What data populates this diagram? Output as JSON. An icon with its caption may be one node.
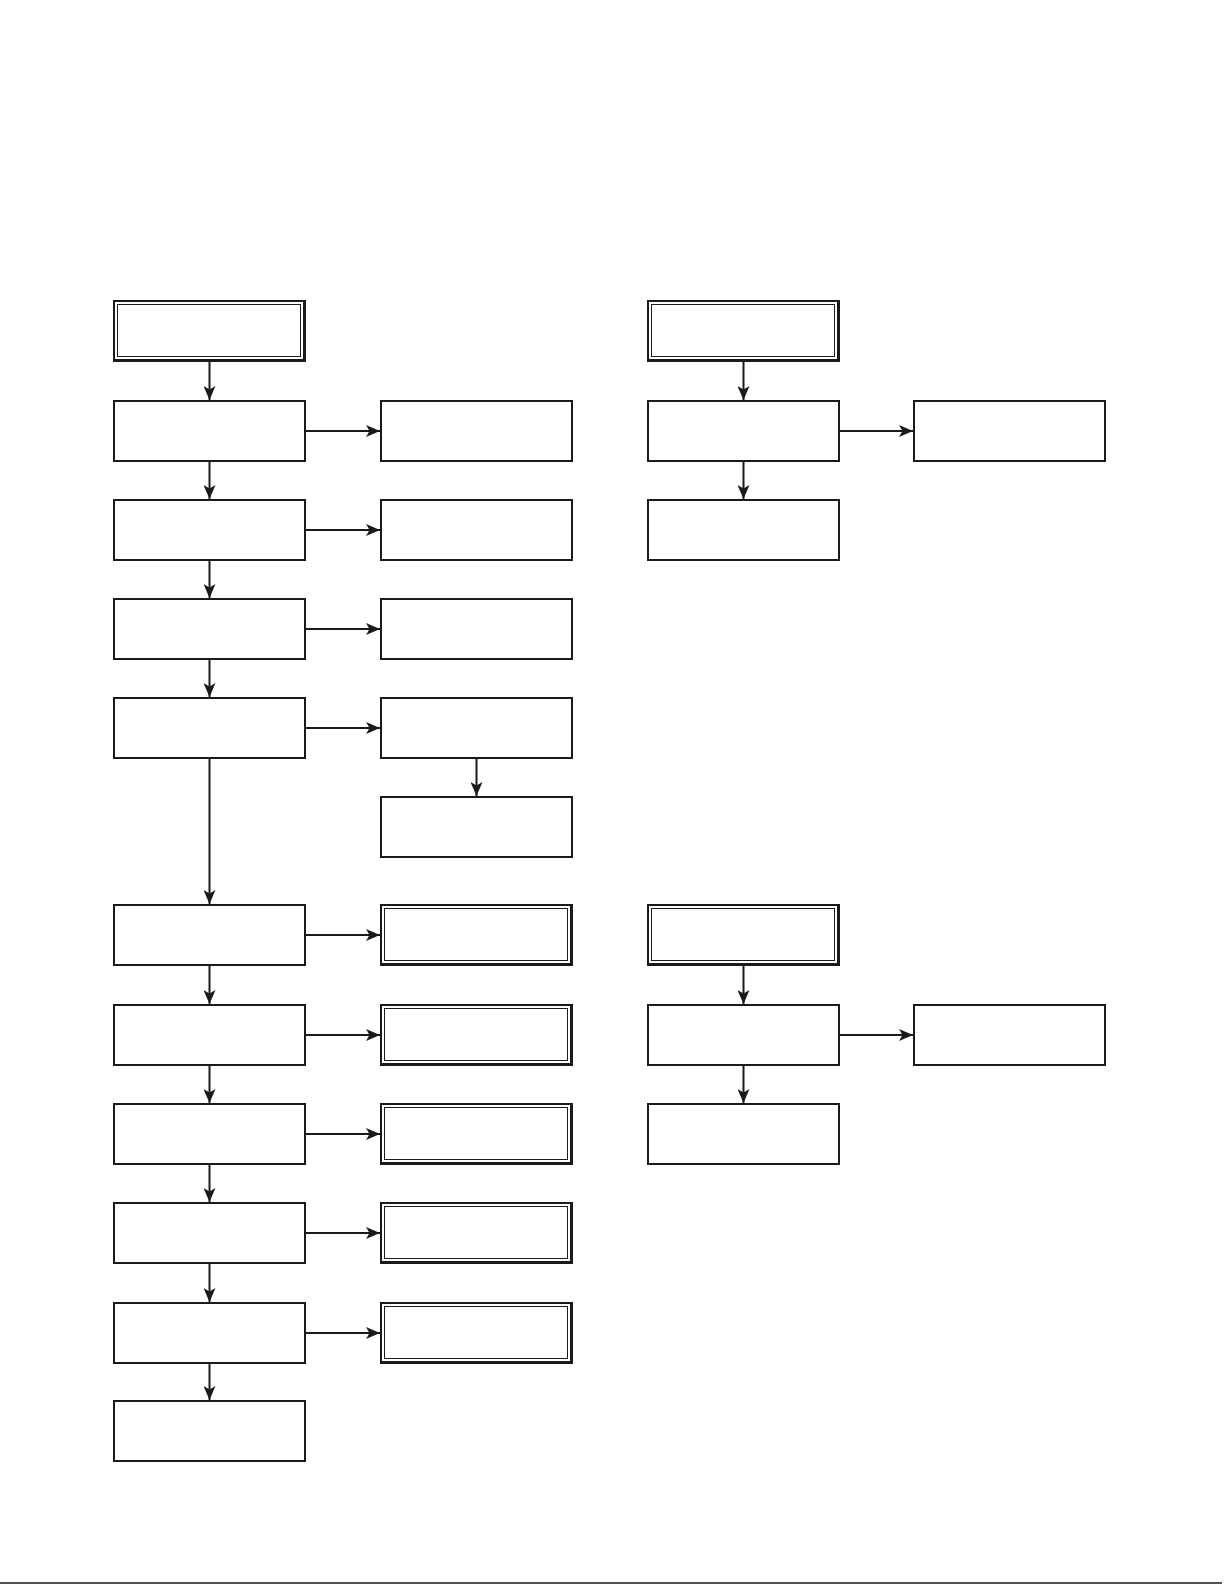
{
  "diagram": {
    "nodes": [
      {
        "text": [],
        "shape": "box"
      },
      {
        "text": [],
        "shape": "box"
      },
      {
        "text": [],
        "shape": "box"
      },
      {
        "text": [],
        "shape": "box"
      },
      {
        "text": [],
        "shape": "box"
      },
      {
        "text": [],
        "shape": "box"
      },
      {
        "text": [],
        "shape": "box"
      },
      {
        "text": [],
        "shape": "box"
      },
      {
        "text": [],
        "shape": "box"
      },
      {
        "text": [],
        "shape": "box"
      },
      {
        "text": [],
        "shape": "box"
      },
      {
        "text": [],
        "shape": "box"
      },
      {
        "text": [],
        "shape": "box"
      },
      {
        "text": [],
        "shape": "box"
      },
      {
        "text": [],
        "shape": "box"
      },
      {
        "text": [],
        "shape": "box"
      },
      {
        "text": [],
        "shape": "box"
      },
      {
        "text": [],
        "shape": "box"
      },
      {
        "text": [],
        "shape": "box"
      },
      {
        "text": [],
        "shape": "box"
      },
      {
        "text": [],
        "shape": "box"
      },
      {
        "text": [],
        "shape": "box"
      },
      {
        "text": [],
        "shape": "box"
      },
      {
        "text": [],
        "shape": "box"
      },
      {
        "text": [],
        "shape": "box"
      },
      {
        "text": [],
        "shape": "box"
      },
      {
        "text": [],
        "shape": "box"
      },
      {
        "text": [],
        "shape": "box"
      },
      {
        "text": [],
        "shape": "box"
      }
    ],
    "edges": [
      {
        "from": 0,
        "to": 2,
        "arrow": "to"
      },
      {
        "from": 2,
        "to": 3,
        "arrow": "to"
      },
      {
        "from": 2,
        "to": 6,
        "arrow": "to"
      },
      {
        "from": 6,
        "to": 7,
        "arrow": "to"
      },
      {
        "from": 6,
        "to": 9,
        "arrow": "to"
      },
      {
        "from": 9,
        "to": 10,
        "arrow": "to"
      },
      {
        "from": 9,
        "to": 11,
        "arrow": "to"
      },
      {
        "from": 11,
        "to": 12,
        "arrow": "to"
      },
      {
        "from": 12,
        "to": 13,
        "arrow": "to"
      },
      {
        "from": 11,
        "to": 14,
        "arrow": "to"
      },
      {
        "from": 14,
        "to": 15,
        "arrow": "to"
      },
      {
        "from": 14,
        "to": 17,
        "arrow": "to"
      },
      {
        "from": 17,
        "to": 18,
        "arrow": "to"
      },
      {
        "from": 17,
        "to": 21,
        "arrow": "to"
      },
      {
        "from": 21,
        "to": 22,
        "arrow": "to"
      },
      {
        "from": 21,
        "to": 24,
        "arrow": "to"
      },
      {
        "from": 24,
        "to": 25,
        "arrow": "to"
      },
      {
        "from": 24,
        "to": 26,
        "arrow": "to"
      },
      {
        "from": 26,
        "to": 27,
        "arrow": "to"
      },
      {
        "from": 26,
        "to": 28,
        "arrow": "to"
      },
      {
        "from": 1,
        "to": 4,
        "arrow": "to"
      },
      {
        "from": 4,
        "to": 5,
        "arrow": "to"
      },
      {
        "from": 4,
        "to": 8,
        "arrow": "to"
      },
      {
        "from": 16,
        "to": 19,
        "arrow": "to"
      },
      {
        "from": 19,
        "to": 20,
        "arrow": "to"
      },
      {
        "from": 19,
        "to": 23,
        "arrow": "to"
      }
    ]
  }
}
